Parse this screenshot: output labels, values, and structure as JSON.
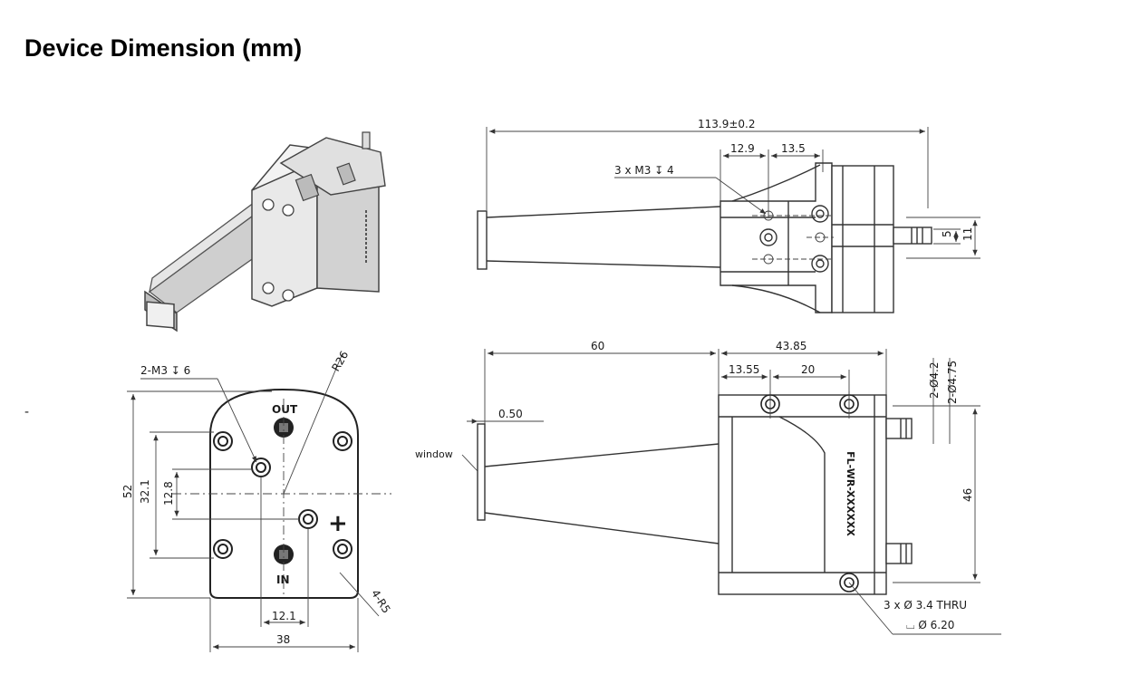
{
  "title": "Device Dimension (mm)",
  "side_view": {
    "overall_length": "113.9±0.2",
    "dim_a": "12.9",
    "dim_b": "13.5",
    "thread_note": "3 x M3 ↧ 4",
    "port_dim_small": "5",
    "port_dim_large": "11"
  },
  "front_view": {
    "thread_note": "2-M3 ↧ 6",
    "radius": "R26",
    "height": "52",
    "hole_spacing_v": "32.1",
    "offset_v": "12.8",
    "hole_spacing_h": "12.1",
    "width": "38",
    "corner_radius": "4-R5",
    "out_label": "OUT",
    "in_label": "IN"
  },
  "top_view": {
    "horn_length": "60",
    "body_length": "43.85",
    "dim_c": "13.55",
    "dim_d": "20",
    "window_thickness": "0.50",
    "window_label": "window",
    "diameter_1": "2-Ø4.2",
    "diameter_2": "2-Ø4.75",
    "height": "46",
    "hole_note": "3 x Ø 3.4 THRU",
    "counterbore_note": "⌴ Ø 6.20",
    "part_marking": "FL-WR-XXXXXX"
  },
  "colors": {
    "line": "#333333",
    "text": "#1a1a1a",
    "body": "#d9d9d9"
  }
}
